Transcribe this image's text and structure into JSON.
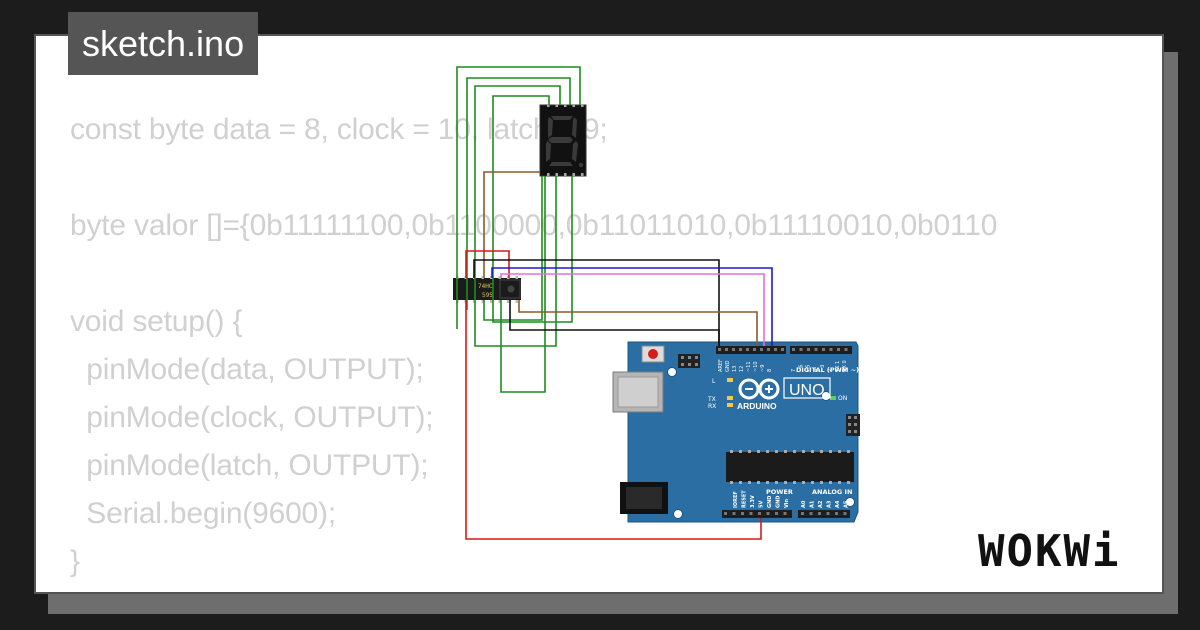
{
  "title": "sketch.ino",
  "brand": "WOKWi",
  "code_lines": [
    "const byte data = 8, clock = 10, latch = 9;",
    "",
    "byte valor []={0b11111100,0b1100000,0b11011010,0b11110010,0b0110",
    "",
    "void setup() {",
    "  pinMode(data, OUTPUT);",
    "  pinMode(clock, OUTPUT);",
    "  pinMode(latch, OUTPUT);",
    "  Serial.begin(9600);",
    "}"
  ],
  "chip": {
    "line1": "74HC",
    "line2": "595"
  },
  "arduino": {
    "brand": "ARDUINO",
    "model": "UNO",
    "digital_label": "DIGITAL (PWM ~)",
    "power_label": "POWER",
    "analog_label": "ANALOG IN",
    "on_label": "ON",
    "led_l": "L",
    "led_tx": "TX",
    "led_rx": "RX",
    "top_pins": [
      "AREF",
      "GND",
      "13",
      "12",
      "~11",
      "~10",
      "~9",
      "8",
      "7",
      "~6",
      "~5",
      "4",
      "~3",
      "2",
      "TX 1",
      "RX 0"
    ],
    "power_pins": [
      "IOREF",
      "RESET",
      "3.3V",
      "5V",
      "GND",
      "GND",
      "Vin"
    ],
    "analog_pins": [
      "A0",
      "A1",
      "A2",
      "A3",
      "A4",
      "A5"
    ]
  },
  "colors": {
    "wire_green": "#1e8c1e",
    "wire_black": "#111111",
    "wire_blue": "#1a1ad6",
    "wire_pink": "#e070e0",
    "wire_brown": "#8a5a2b",
    "wire_red": "#d61a1a",
    "board": "#2b6ea3"
  }
}
